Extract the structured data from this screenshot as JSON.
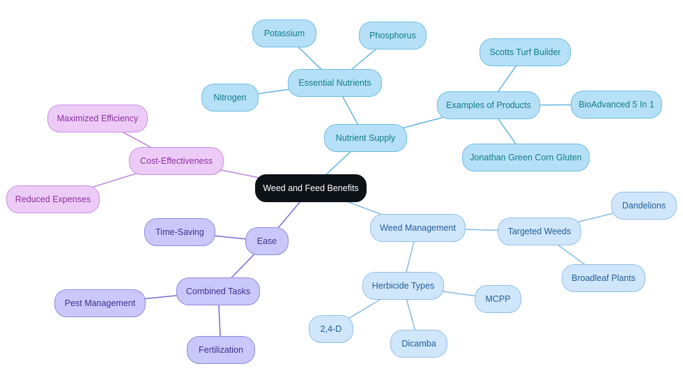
{
  "root": {
    "label": "Weed and Feed Benefits"
  },
  "colors": {
    "root": "#0d1217",
    "nutrient_branch": "#b6e0f7",
    "weed_branch": "#d0e6fa",
    "ease_branch": "#cac8fa",
    "cost_branch": "#ecccf7",
    "line_nutrient": "#6ab9de",
    "line_weed": "#89bde4",
    "line_ease": "#7a72cf",
    "line_cost": "#c08ad8"
  },
  "branches": {
    "nutrient_supply": {
      "label": "Nutrient Supply",
      "essential_nutrients": {
        "label": "Essential Nutrients",
        "items": [
          "Potassium",
          "Phosphorus",
          "Nitrogen"
        ]
      },
      "examples_of_products": {
        "label": "Examples of Products",
        "items": [
          "Scotts Turf Builder",
          "BioAdvanced 5 In 1",
          "Jonathan Green Corn Gluten"
        ]
      }
    },
    "weed_management": {
      "label": "Weed Management",
      "targeted_weeds": {
        "label": "Targeted Weeds",
        "items": [
          "Dandelions",
          "Broadleaf Plants"
        ]
      },
      "herbicide_types": {
        "label": "Herbicide Types",
        "items": [
          "MCPP",
          "2,4-D",
          "Dicamba"
        ]
      }
    },
    "ease": {
      "label": "Ease",
      "items": [
        "Time-Saving"
      ],
      "combined_tasks": {
        "label": "Combined Tasks",
        "items": [
          "Pest Management",
          "Fertilization"
        ]
      }
    },
    "cost_effectiveness": {
      "label": "Cost-Effectiveness",
      "items": [
        "Maximized Efficiency",
        "Reduced Expenses"
      ]
    }
  }
}
